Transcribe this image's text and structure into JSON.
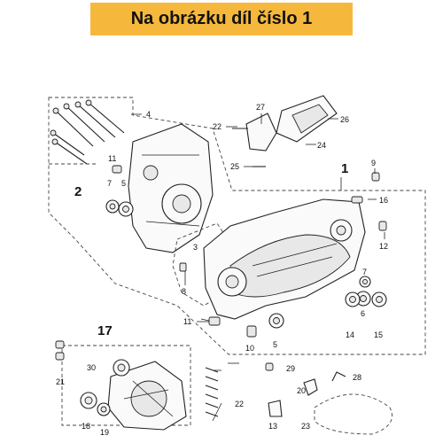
{
  "banner": {
    "text": "Na obrázku díl číslo 1"
  },
  "callouts": {
    "n1": "1",
    "n2": "2",
    "n3": "3",
    "n4": "4",
    "n5": "5",
    "n5b": "5",
    "n6": "6",
    "n7": "7",
    "n7b": "7",
    "n8": "8",
    "n9": "9",
    "n10": "10",
    "n11": "11",
    "n11b": "11",
    "n12": "12",
    "n13": "13",
    "n14": "14",
    "n15": "15",
    "n16": "16",
    "n17": "17",
    "n18": "18",
    "n19": "19",
    "n20": "20",
    "n21": "21",
    "n22": "22",
    "n22b": "22",
    "n23": "23",
    "n24": "24",
    "n25": "25",
    "n26": "26",
    "n27": "27",
    "n28": "28",
    "n29": "29",
    "n30": "30"
  },
  "colors": {
    "banner": "#f6b83c",
    "line": "#222222"
  }
}
